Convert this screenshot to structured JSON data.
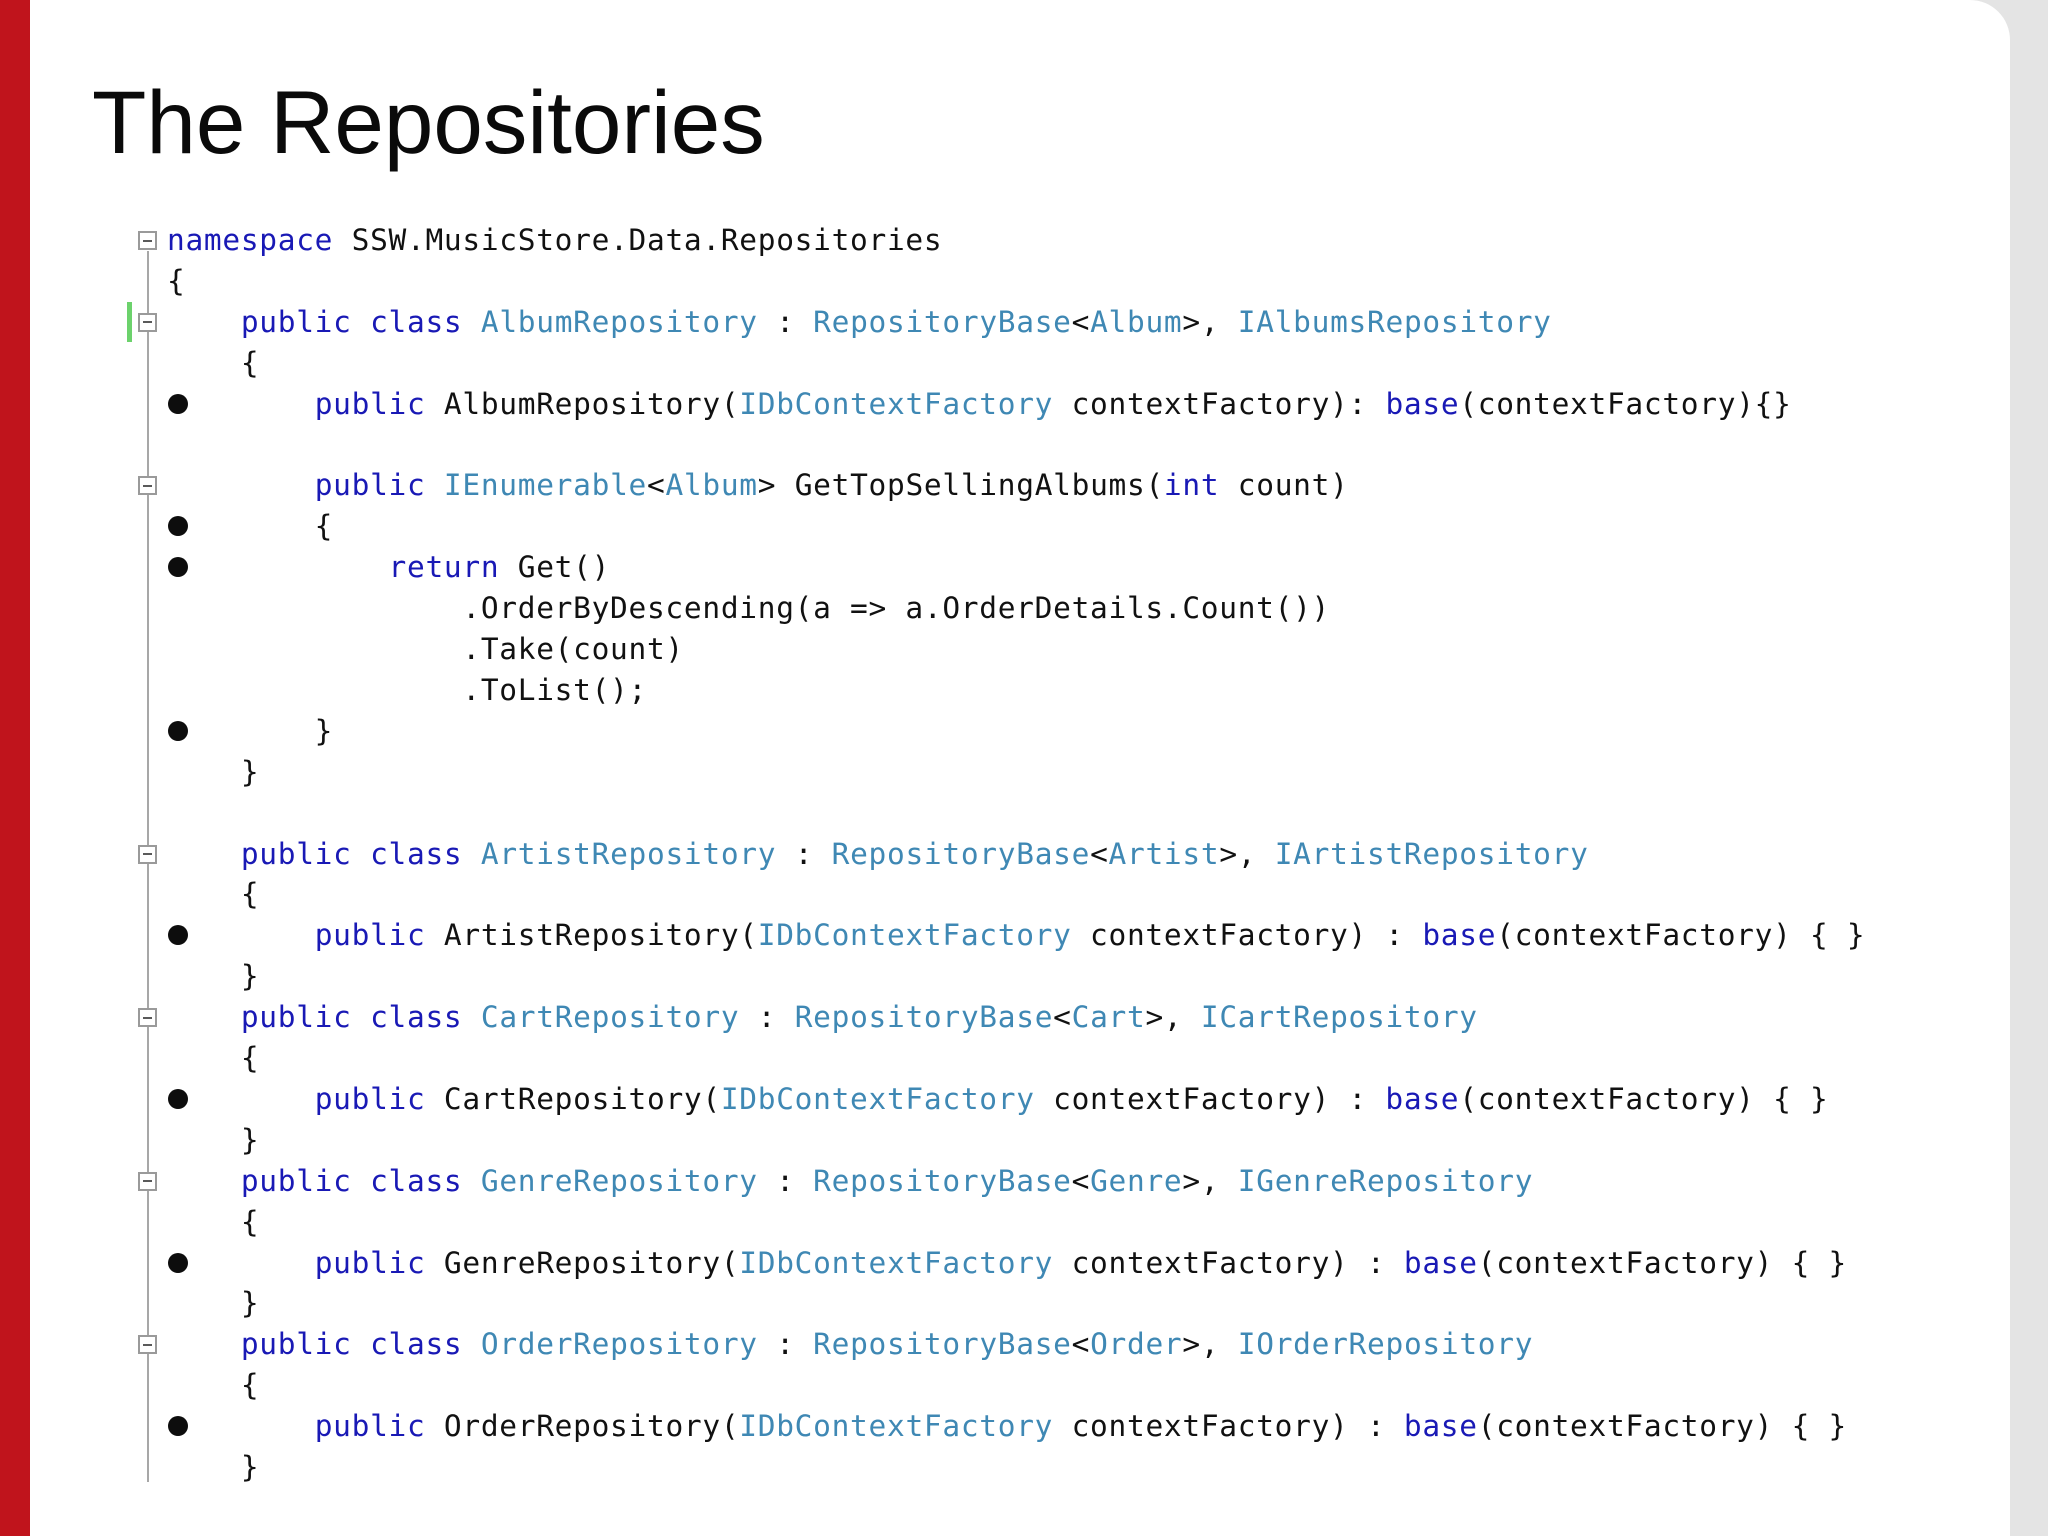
{
  "slide": {
    "title": "The Repositories"
  },
  "code": {
    "lines": [
      [
        {
          "t": "namespace",
          "c": "kw"
        },
        {
          "t": " SSW.MusicStore.Data.Repositories"
        }
      ],
      [
        {
          "t": "{"
        }
      ],
      [
        {
          "t": "    "
        },
        {
          "t": "public",
          "c": "kw"
        },
        {
          "t": " "
        },
        {
          "t": "class",
          "c": "kw"
        },
        {
          "t": " "
        },
        {
          "t": "AlbumRepository",
          "c": "ty"
        },
        {
          "t": " : "
        },
        {
          "t": "RepositoryBase",
          "c": "ty"
        },
        {
          "t": "<"
        },
        {
          "t": "Album",
          "c": "ty"
        },
        {
          "t": ">, "
        },
        {
          "t": "IAlbumsRepository",
          "c": "ty"
        }
      ],
      [
        {
          "t": "    {"
        }
      ],
      [
        {
          "t": "        "
        },
        {
          "t": "public",
          "c": "kw"
        },
        {
          "t": " AlbumRepository("
        },
        {
          "t": "IDbContextFactory",
          "c": "ty"
        },
        {
          "t": " contextFactory): "
        },
        {
          "t": "base",
          "c": "kw"
        },
        {
          "t": "(contextFactory){}"
        }
      ],
      [
        {
          "t": ""
        }
      ],
      [
        {
          "t": "        "
        },
        {
          "t": "public",
          "c": "kw"
        },
        {
          "t": " "
        },
        {
          "t": "IEnumerable",
          "c": "ty"
        },
        {
          "t": "<"
        },
        {
          "t": "Album",
          "c": "ty"
        },
        {
          "t": "> GetTopSellingAlbums("
        },
        {
          "t": "int",
          "c": "kw"
        },
        {
          "t": " count)"
        }
      ],
      [
        {
          "t": "        {"
        }
      ],
      [
        {
          "t": "            "
        },
        {
          "t": "return",
          "c": "kw"
        },
        {
          "t": " Get()"
        }
      ],
      [
        {
          "t": "                .OrderByDescending(a => a.OrderDetails.Count())"
        }
      ],
      [
        {
          "t": "                .Take(count)"
        }
      ],
      [
        {
          "t": "                .ToList();"
        }
      ],
      [
        {
          "t": "        }"
        }
      ],
      [
        {
          "t": "    }"
        }
      ],
      [
        {
          "t": ""
        }
      ],
      [
        {
          "t": "    "
        },
        {
          "t": "public",
          "c": "kw"
        },
        {
          "t": " "
        },
        {
          "t": "class",
          "c": "kw"
        },
        {
          "t": " "
        },
        {
          "t": "ArtistRepository",
          "c": "ty"
        },
        {
          "t": " : "
        },
        {
          "t": "RepositoryBase",
          "c": "ty"
        },
        {
          "t": "<"
        },
        {
          "t": "Artist",
          "c": "ty"
        },
        {
          "t": ">, "
        },
        {
          "t": "IArtistRepository",
          "c": "ty"
        }
      ],
      [
        {
          "t": "    {"
        }
      ],
      [
        {
          "t": "        "
        },
        {
          "t": "public",
          "c": "kw"
        },
        {
          "t": " ArtistRepository("
        },
        {
          "t": "IDbContextFactory",
          "c": "ty"
        },
        {
          "t": " contextFactory) : "
        },
        {
          "t": "base",
          "c": "kw"
        },
        {
          "t": "(contextFactory) { }"
        }
      ],
      [
        {
          "t": "    }"
        }
      ],
      [
        {
          "t": "    "
        },
        {
          "t": "public",
          "c": "kw"
        },
        {
          "t": " "
        },
        {
          "t": "class",
          "c": "kw"
        },
        {
          "t": " "
        },
        {
          "t": "CartRepository",
          "c": "ty"
        },
        {
          "t": " : "
        },
        {
          "t": "RepositoryBase",
          "c": "ty"
        },
        {
          "t": "<"
        },
        {
          "t": "Cart",
          "c": "ty"
        },
        {
          "t": ">, "
        },
        {
          "t": "ICartRepository",
          "c": "ty"
        }
      ],
      [
        {
          "t": "    {"
        }
      ],
      [
        {
          "t": "        "
        },
        {
          "t": "public",
          "c": "kw"
        },
        {
          "t": " CartRepository("
        },
        {
          "t": "IDbContextFactory",
          "c": "ty"
        },
        {
          "t": " contextFactory) : "
        },
        {
          "t": "base",
          "c": "kw"
        },
        {
          "t": "(contextFactory) { }"
        }
      ],
      [
        {
          "t": "    }"
        }
      ],
      [
        {
          "t": "    "
        },
        {
          "t": "public",
          "c": "kw"
        },
        {
          "t": " "
        },
        {
          "t": "class",
          "c": "kw"
        },
        {
          "t": " "
        },
        {
          "t": "GenreRepository",
          "c": "ty"
        },
        {
          "t": " : "
        },
        {
          "t": "RepositoryBase",
          "c": "ty"
        },
        {
          "t": "<"
        },
        {
          "t": "Genre",
          "c": "ty"
        },
        {
          "t": ">, "
        },
        {
          "t": "IGenreRepository",
          "c": "ty"
        }
      ],
      [
        {
          "t": "    {"
        }
      ],
      [
        {
          "t": "        "
        },
        {
          "t": "public",
          "c": "kw"
        },
        {
          "t": " GenreRepository("
        },
        {
          "t": "IDbContextFactory",
          "c": "ty"
        },
        {
          "t": " contextFactory) : "
        },
        {
          "t": "base",
          "c": "kw"
        },
        {
          "t": "(contextFactory) { }"
        }
      ],
      [
        {
          "t": "    }"
        }
      ],
      [
        {
          "t": "    "
        },
        {
          "t": "public",
          "c": "kw"
        },
        {
          "t": " "
        },
        {
          "t": "class",
          "c": "kw"
        },
        {
          "t": " "
        },
        {
          "t": "OrderRepository",
          "c": "ty"
        },
        {
          "t": " : "
        },
        {
          "t": "RepositoryBase",
          "c": "ty"
        },
        {
          "t": "<"
        },
        {
          "t": "Order",
          "c": "ty"
        },
        {
          "t": ">, "
        },
        {
          "t": "IOrderRepository",
          "c": "ty"
        }
      ],
      [
        {
          "t": "    {"
        }
      ],
      [
        {
          "t": "        "
        },
        {
          "t": "public",
          "c": "kw"
        },
        {
          "t": " OrderRepository("
        },
        {
          "t": "IDbContextFactory",
          "c": "ty"
        },
        {
          "t": " contextFactory) : "
        },
        {
          "t": "base",
          "c": "kw"
        },
        {
          "t": "(contextFactory) { }"
        }
      ],
      [
        {
          "t": "    }"
        }
      ]
    ],
    "fold_lines": [
      0,
      2,
      6,
      15,
      19,
      23,
      27
    ],
    "breakpoint_lines": [
      4,
      7,
      8,
      12,
      17,
      21,
      25,
      29
    ],
    "changed_lines": [
      2
    ],
    "colors": {
      "keyword": "#1919b5",
      "type": "#3f88b4",
      "text": "#111111",
      "breakpoint": "#0d0d0d",
      "change_marker": "#6cd26c",
      "accent_bar": "#c0141c"
    }
  }
}
